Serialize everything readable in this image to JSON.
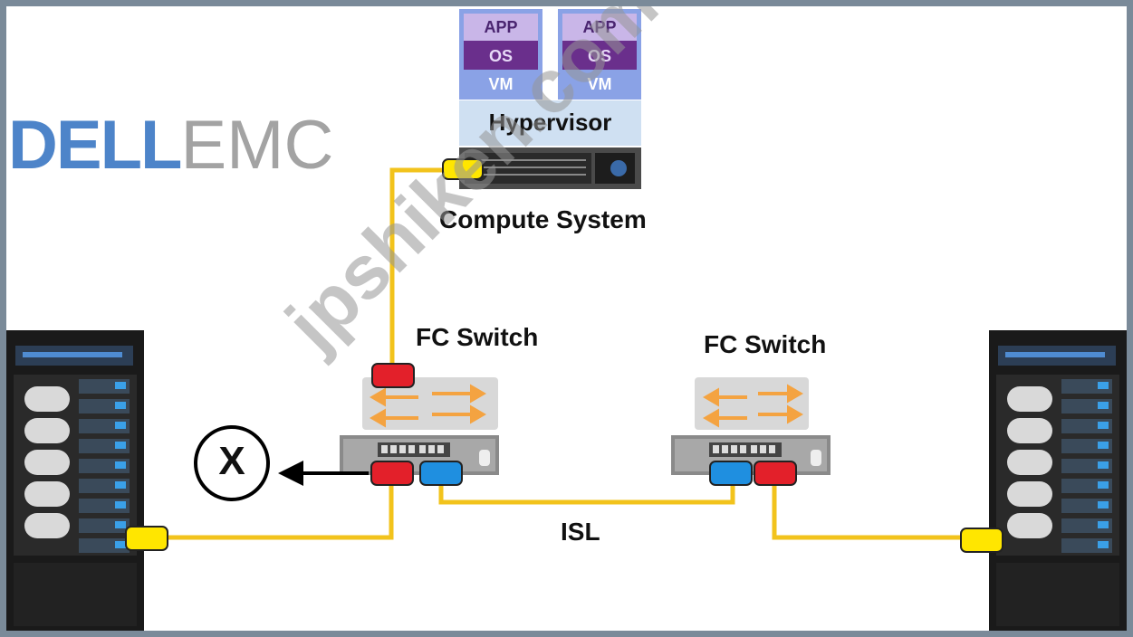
{
  "logo": {
    "dell_text": "DELL",
    "emc_text": "EMC"
  },
  "vms": [
    {
      "app": "APP",
      "os": "OS",
      "vm": "VM"
    },
    {
      "app": "APP",
      "os": "OS",
      "vm": "VM"
    }
  ],
  "hypervisor_label": "Hypervisor",
  "compute_system_label": "Compute System",
  "switches": [
    {
      "label": "FC Switch"
    },
    {
      "label": "FC Switch"
    }
  ],
  "isl_label": "ISL",
  "failure_marker": "X",
  "watermark": "jpshiken.com",
  "colors": {
    "cable": "#f2c31c",
    "port_red": "#e3202a",
    "port_blue": "#1f8fe0",
    "port_yellow": "#ffe600",
    "vm_light": "#a9b8f3",
    "vm_dark": "#6a2f8c",
    "hypervisor": "#cfe0f2"
  }
}
